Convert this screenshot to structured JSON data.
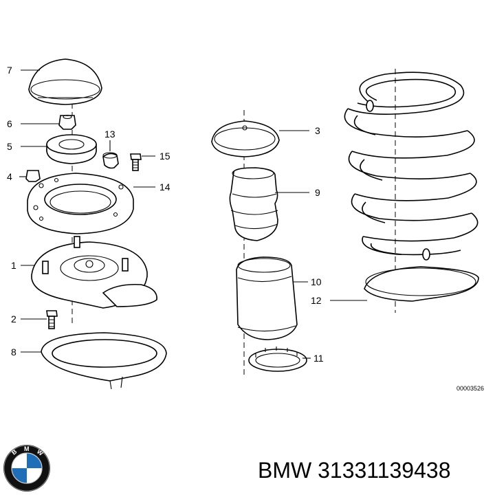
{
  "diagram": {
    "callouts": [
      "7",
      "6",
      "5",
      "13",
      "15",
      "4",
      "14",
      "1",
      "2",
      "8",
      "3",
      "9",
      "10",
      "12",
      "11"
    ],
    "drawing_number": "00003526"
  },
  "footer": {
    "part_number": "BMW 31331139438",
    "logo": {
      "name": "bmw-roundel-icon",
      "letters": "BMW",
      "colors": {
        "blue": "#1f6fb8",
        "white": "#ffffff",
        "ring": "#111111"
      }
    }
  }
}
